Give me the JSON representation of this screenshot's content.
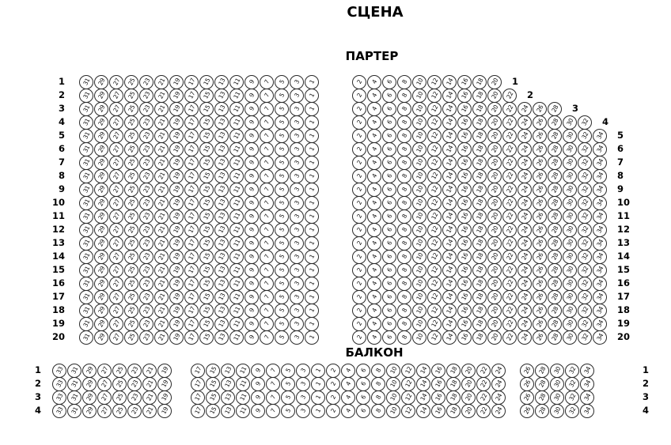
{
  "stage_label": "СЦЕНА",
  "parterre": {
    "title": "ПАРТЕР",
    "row_numbers": [
      1,
      2,
      3,
      4,
      5,
      6,
      7,
      8,
      9,
      10,
      11,
      12,
      13,
      14,
      15,
      16,
      17,
      18,
      19,
      20
    ],
    "left_seats": [
      31,
      29,
      27,
      25,
      23,
      21,
      19,
      17,
      15,
      13,
      11,
      9,
      7,
      5,
      3,
      1
    ],
    "right_seats_full": [
      2,
      4,
      6,
      8,
      10,
      12,
      14,
      16,
      18,
      20,
      22,
      24,
      26,
      28,
      30,
      32,
      34
    ],
    "right_seats_short_rows": {
      "1": [
        2,
        4,
        6,
        8,
        10,
        12,
        14,
        16,
        18,
        20
      ],
      "2": [
        2,
        4,
        6,
        8,
        10,
        12,
        14,
        16,
        18,
        20,
        22
      ],
      "3": [
        2,
        4,
        6,
        8,
        10,
        12,
        14,
        16,
        18,
        20,
        22,
        24,
        26,
        28
      ],
      "4": [
        2,
        4,
        6,
        8,
        10,
        12,
        14,
        16,
        18,
        20,
        22,
        24,
        26,
        28,
        30,
        32
      ]
    }
  },
  "balcony": {
    "title": "БАЛКОН",
    "row_numbers": [
      1,
      2,
      3,
      4
    ],
    "seat_groups": [
      [
        33,
        31,
        29,
        27,
        25,
        23,
        21,
        19
      ],
      [
        17,
        15,
        13,
        11,
        9,
        7,
        5,
        3,
        1,
        2,
        4,
        6,
        8,
        10,
        12,
        14,
        16,
        18,
        20,
        22,
        24
      ],
      [
        26,
        28,
        30,
        32,
        34
      ]
    ]
  },
  "colors": {
    "seat_border": "#2a2a2a",
    "text": "#000000",
    "background": "#ffffff"
  }
}
